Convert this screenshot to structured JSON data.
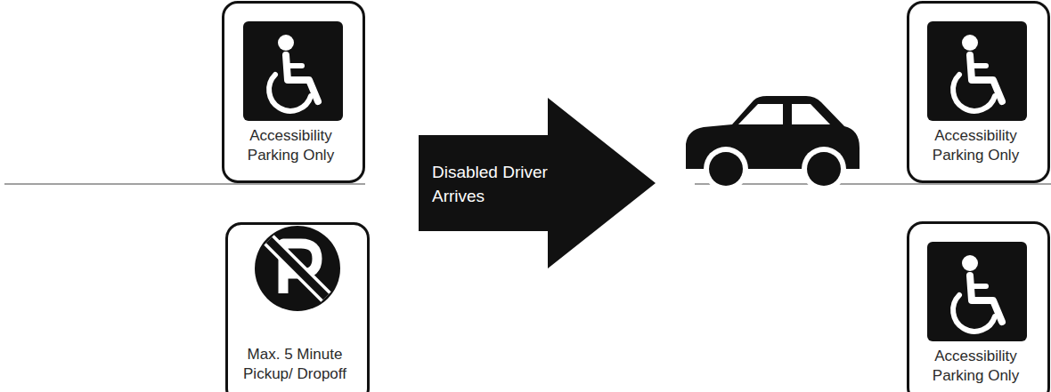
{
  "diagram": {
    "nodes": [
      {
        "text": [
          "Accessibility Parking Only"
        ]
      },
      {
        "text": [
          "Max. 5 Minute Pickup/ Dropoff"
        ]
      },
      {
        "text": [
          "Disabled Driver Arrives"
        ]
      },
      {
        "text": [
          "Accessibility Parking Only"
        ]
      },
      {
        "text": [
          "Accessibility Parking Only"
        ]
      }
    ]
  }
}
